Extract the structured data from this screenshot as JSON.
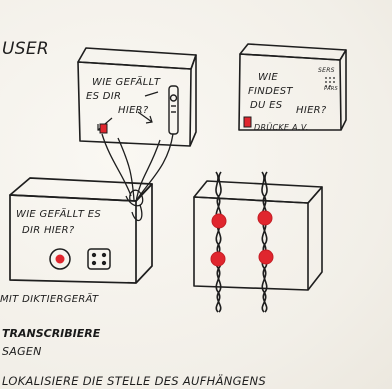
{
  "header_fragment": "USER",
  "box_one": {
    "text_line1": "WIE GEFÄLLT",
    "text_line2": "ES DIR",
    "text_line3": "HIER?"
  },
  "box_two": {
    "text_line1": "WIE",
    "text_line2": "FINDEST",
    "text_line3": "DU ES",
    "text_line4": "HIER?",
    "corner_note": "SERS",
    "corner_note2": "PARS",
    "button_hint": "DRÜCKE A.V."
  },
  "device_three": {
    "text_line1": "WIE GEFÄLLT ES",
    "text_line2": "DIR HIER?"
  },
  "notes": {
    "line1": "MIT DIKTIERGERÄT",
    "line2": "TRANSCRIBIERE",
    "line3": "SAGEN",
    "line4": "LOKALISIERE  DIE STELLE DES AUFHÄNGENS"
  },
  "colors": {
    "ink": "#1e1e1e",
    "marker_red": "#e0262e",
    "paper": "#f5f3ee"
  }
}
